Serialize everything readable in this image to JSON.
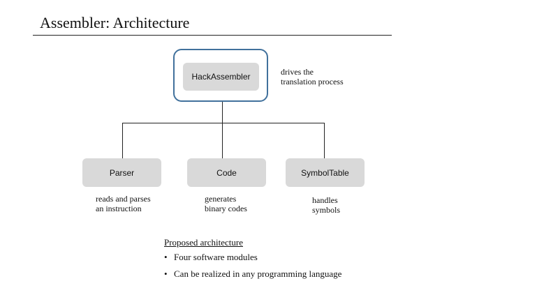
{
  "title": "Assembler: Architecture",
  "main_module": {
    "label": "HackAssembler",
    "note_line1": "drives the",
    "note_line2": "translation process"
  },
  "modules": [
    {
      "label": "Parser",
      "note_line1": "reads and parses",
      "note_line2": "an instruction"
    },
    {
      "label": "Code",
      "note_line1": "generates",
      "note_line2": "binary codes"
    },
    {
      "label": "SymbolTable",
      "note_line1": "handles",
      "note_line2": "symbols"
    }
  ],
  "section": {
    "heading": "Proposed architecture",
    "bullets": [
      "Four software modules",
      "Can be realized in any programming language"
    ]
  },
  "colors": {
    "frame_border": "#41719c",
    "module_fill": "#d9d9d9"
  }
}
